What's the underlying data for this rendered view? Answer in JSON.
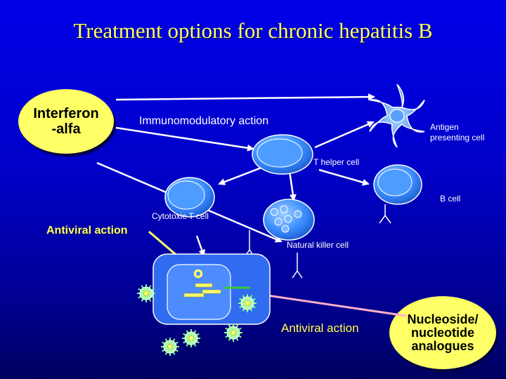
{
  "title": "Treatment options for chronic hepatitis B",
  "interferon": {
    "line1": "Interferon",
    "line2": "-alfa"
  },
  "labels": {
    "immunomodulatory": "Immunomodulatory action",
    "antigen_presenting_line1": "Antigen",
    "antigen_presenting_line2": "presenting cell",
    "t_helper": "T helper cell",
    "b_cell": "B cell",
    "cytotoxic": "Cytotoxic T cell",
    "antiviral_left": "Antiviral action",
    "natural_killer": "Natural killer cell",
    "antiviral_right": "Antiviral action"
  },
  "nucleoside": {
    "line1": "Nucleoside/",
    "line2": "nucleotide",
    "line3": "analogues"
  },
  "colors": {
    "background_top": "#0000e8",
    "background_bottom": "#000060",
    "accent_yellow": "#ffff66",
    "arrow_white": "#ffffff",
    "arrow_pink": "#ffb0c8",
    "cell_fill": "#3a8cff",
    "cell_outline": "#ffffff",
    "inner_cell": "#3366ff",
    "virion_fill": "#7fff7f",
    "rna_green": "#33cc33"
  }
}
